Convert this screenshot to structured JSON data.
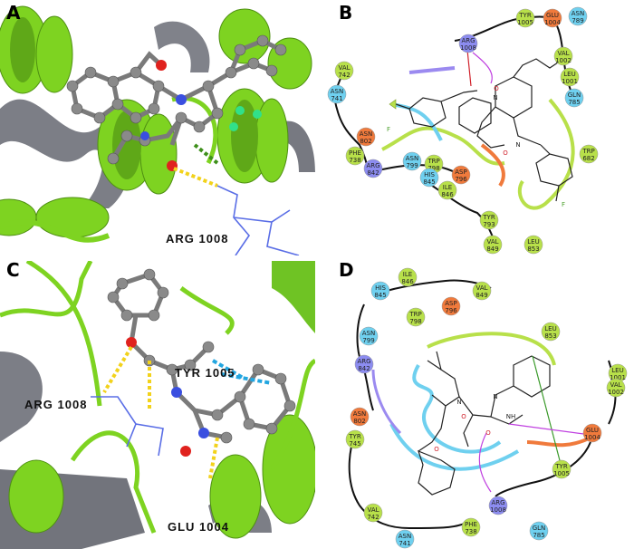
{
  "panels": {
    "A": {
      "label": "A",
      "tags": {
        "arg1008": "ARG 1008"
      }
    },
    "B": {
      "label": "B",
      "residues": [
        {
          "id": "b-tyr1005",
          "l1": "TYR",
          "l2": "1005",
          "type": "hydrophobic"
        },
        {
          "id": "b-glu1004",
          "l1": "GLU",
          "l2": "1004",
          "type": "negative"
        },
        {
          "id": "b-asn789",
          "l1": "ASN",
          "l2": "789",
          "type": "polar"
        },
        {
          "id": "b-arg1008",
          "l1": "ARG",
          "l2": "1008",
          "type": "positive"
        },
        {
          "id": "b-val1002",
          "l1": "VAL",
          "l2": "1002",
          "type": "hydrophobic"
        },
        {
          "id": "b-leu1001",
          "l1": "LEU",
          "l2": "1001",
          "type": "hydrophobic"
        },
        {
          "id": "b-gln785",
          "l1": "GLN",
          "l2": "785",
          "type": "polar"
        },
        {
          "id": "b-val742",
          "l1": "VAL",
          "l2": "742",
          "type": "hydrophobic"
        },
        {
          "id": "b-asn741",
          "l1": "ASN",
          "l2": "741",
          "type": "polar"
        },
        {
          "id": "b-asn802",
          "l1": "ASN",
          "l2": "802",
          "type": "negative"
        },
        {
          "id": "b-phe738",
          "l1": "PHE",
          "l2": "738",
          "type": "hydrophobic"
        },
        {
          "id": "b-asn799",
          "l1": "ASN",
          "l2": "799",
          "type": "polar"
        },
        {
          "id": "b-trp798",
          "l1": "TRP",
          "l2": "798",
          "type": "hydrophobic"
        },
        {
          "id": "b-arg842",
          "l1": "ARG",
          "l2": "842",
          "type": "positive"
        },
        {
          "id": "b-asp796",
          "l1": "ASP",
          "l2": "796",
          "type": "negative"
        },
        {
          "id": "b-his845",
          "l1": "HIS",
          "l2": "845",
          "type": "polar"
        },
        {
          "id": "b-ile846",
          "l1": "ILE",
          "l2": "846",
          "type": "hydrophobic"
        },
        {
          "id": "b-trp682",
          "l1": "TRP",
          "l2": "682",
          "type": "hydrophobic"
        },
        {
          "id": "b-tyr793",
          "l1": "TYR",
          "l2": "793",
          "type": "hydrophobic"
        },
        {
          "id": "b-val849",
          "l1": "VAL",
          "l2": "849",
          "type": "hydrophobic"
        },
        {
          "id": "b-leu853",
          "l1": "LEU",
          "l2": "853",
          "type": "hydrophobic"
        }
      ],
      "ligand_atoms": {
        "f": "F",
        "n": "N",
        "o": "O"
      }
    },
    "C": {
      "label": "C",
      "tags": {
        "tyr1005": "TYR 1005",
        "arg1008": "ARG 1008",
        "glu1004": "GLU 1004"
      }
    },
    "D": {
      "label": "D",
      "residues": [
        {
          "id": "d-his845",
          "l1": "HIS",
          "l2": "845",
          "type": "polar"
        },
        {
          "id": "d-ile846",
          "l1": "ILE",
          "l2": "846",
          "type": "hydrophobic"
        },
        {
          "id": "d-val849",
          "l1": "VAL",
          "l2": "849",
          "type": "hydrophobic"
        },
        {
          "id": "d-asp796",
          "l1": "ASP",
          "l2": "796",
          "type": "negative"
        },
        {
          "id": "d-trp798",
          "l1": "TRP",
          "l2": "798",
          "type": "hydrophobic"
        },
        {
          "id": "d-asn799",
          "l1": "ASN",
          "l2": "799",
          "type": "polar"
        },
        {
          "id": "d-leu853",
          "l1": "LEU",
          "l2": "853",
          "type": "hydrophobic"
        },
        {
          "id": "d-arg842",
          "l1": "ARG",
          "l2": "842",
          "type": "positive"
        },
        {
          "id": "d-leu1001",
          "l1": "LEU",
          "l2": "1001",
          "type": "hydrophobic"
        },
        {
          "id": "d-val1002",
          "l1": "VAL",
          "l2": "1002",
          "type": "hydrophobic"
        },
        {
          "id": "d-asn802",
          "l1": "ASN",
          "l2": "802",
          "type": "negative"
        },
        {
          "id": "d-glu1004",
          "l1": "GLU",
          "l2": "1004",
          "type": "negative"
        },
        {
          "id": "d-tyr745",
          "l1": "TYR",
          "l2": "745",
          "type": "hydrophobic"
        },
        {
          "id": "d-tyr1005",
          "l1": "TYR",
          "l2": "1005",
          "type": "hydrophobic"
        },
        {
          "id": "d-arg1008",
          "l1": "ARG",
          "l2": "1008",
          "type": "positive"
        },
        {
          "id": "d-val742",
          "l1": "VAL",
          "l2": "742",
          "type": "hydrophobic"
        },
        {
          "id": "d-phe738",
          "l1": "PHE",
          "l2": "738",
          "type": "hydrophobic"
        },
        {
          "id": "d-gln785",
          "l1": "GLN",
          "l2": "785",
          "type": "polar"
        },
        {
          "id": "d-asn741",
          "l1": "ASN",
          "l2": "741",
          "type": "polar"
        }
      ],
      "ligand_atoms": {
        "o1": "O",
        "o2": "O",
        "o3": "O",
        "n1": "N",
        "n2": "N",
        "nh": "NH"
      }
    }
  },
  "residue_colors": {
    "hydrophobic": "#b8e04a",
    "polar": "#6fd0ef",
    "negative": "#f07a3c",
    "positive": "#8c8cf0"
  }
}
